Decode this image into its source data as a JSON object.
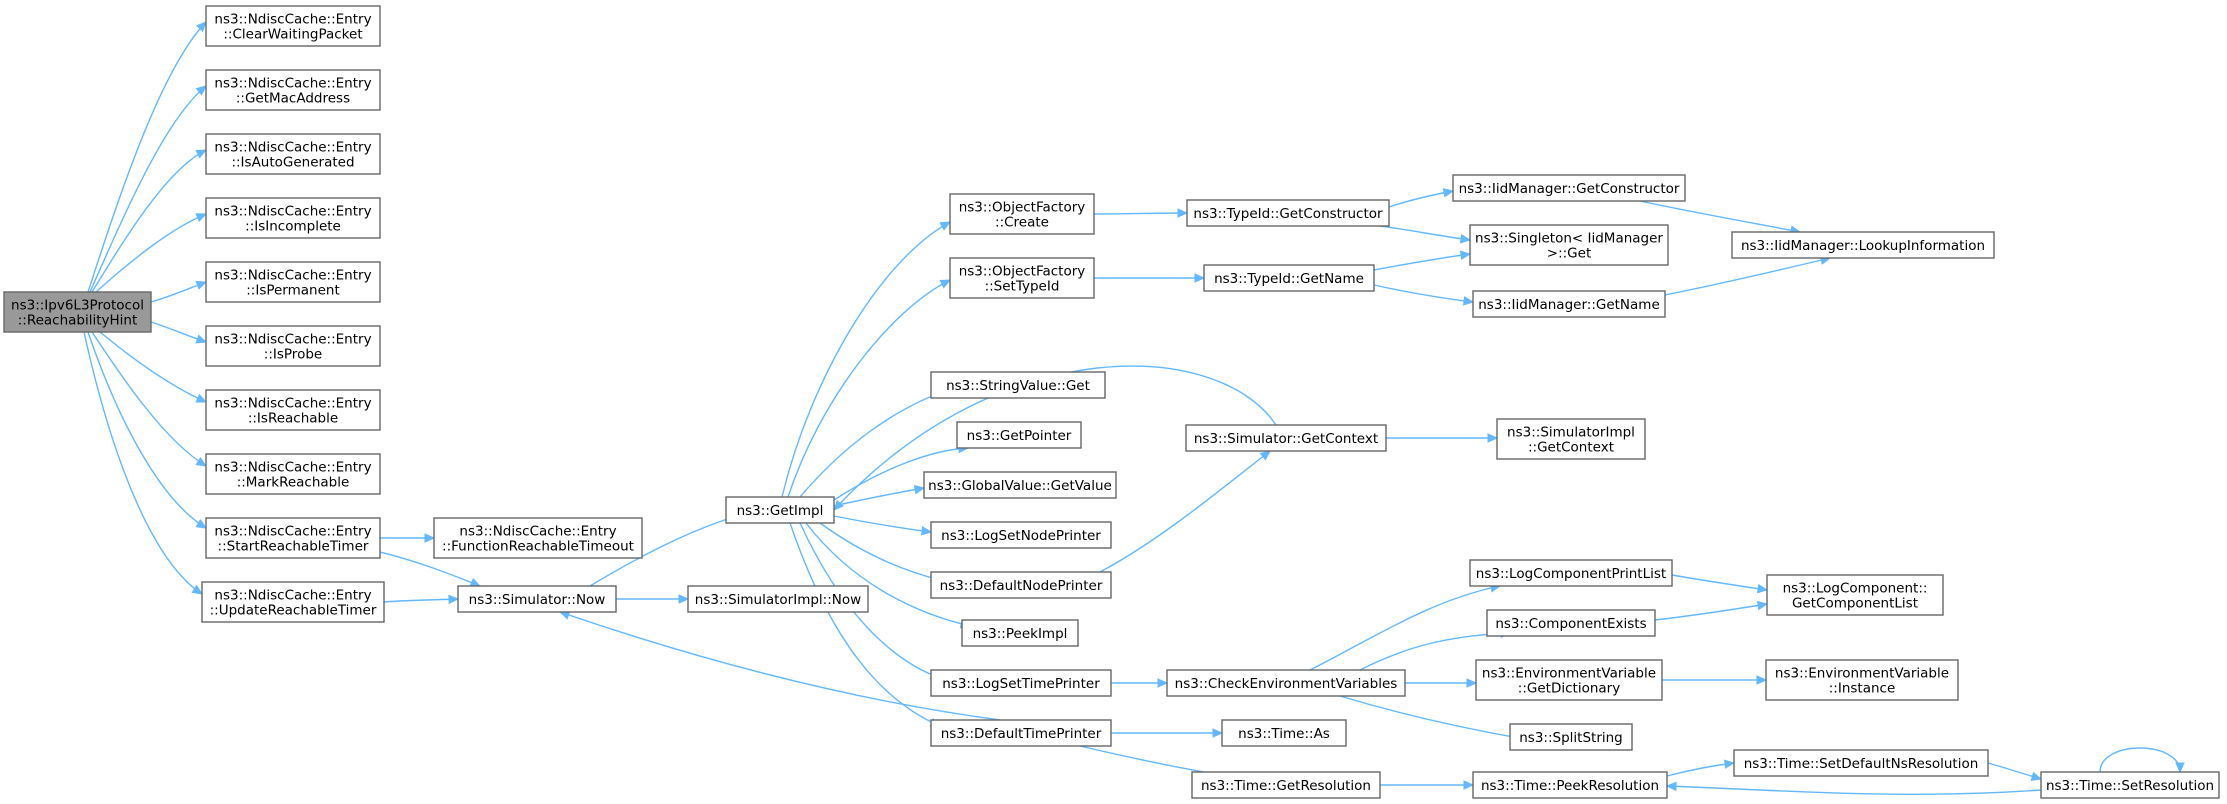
{
  "diagram": {
    "type": "call-graph",
    "colors": {
      "edge": "#63b8ff",
      "node_border": "#666666",
      "root_fill": "#999999",
      "node_fill": "#ffffff"
    },
    "nodes": [
      {
        "id": "root",
        "lines": [
          "ns3::Ipv6L3Protocol",
          "::ReachabilityHint"
        ],
        "root": true
      },
      {
        "id": "cwp",
        "lines": [
          "ns3::NdiscCache::Entry",
          "::ClearWaitingPacket"
        ]
      },
      {
        "id": "gma",
        "lines": [
          "ns3::NdiscCache::Entry",
          "::GetMacAddress"
        ]
      },
      {
        "id": "iag",
        "lines": [
          "ns3::NdiscCache::Entry",
          "::IsAutoGenerated"
        ]
      },
      {
        "id": "iinc",
        "lines": [
          "ns3::NdiscCache::Entry",
          "::IsIncomplete"
        ]
      },
      {
        "id": "iperm",
        "lines": [
          "ns3::NdiscCache::Entry",
          "::IsPermanent"
        ]
      },
      {
        "id": "iprobe",
        "lines": [
          "ns3::NdiscCache::Entry",
          "::IsProbe"
        ]
      },
      {
        "id": "ireach",
        "lines": [
          "ns3::NdiscCache::Entry",
          "::IsReachable"
        ]
      },
      {
        "id": "mreach",
        "lines": [
          "ns3::NdiscCache::Entry",
          "::MarkReachable"
        ]
      },
      {
        "id": "srt",
        "lines": [
          "ns3::NdiscCache::Entry",
          "::StartReachableTimer"
        ]
      },
      {
        "id": "urt",
        "lines": [
          "ns3::NdiscCache::Entry",
          "::UpdateReachableTimer"
        ]
      },
      {
        "id": "frt",
        "lines": [
          "ns3::NdiscCache::Entry",
          "::FunctionReachableTimeout"
        ]
      },
      {
        "id": "simnow",
        "lines": [
          "ns3::Simulator::Now"
        ]
      },
      {
        "id": "simimplnow",
        "lines": [
          "ns3::SimulatorImpl::Now"
        ]
      },
      {
        "id": "getimpl",
        "lines": [
          "ns3::GetImpl"
        ]
      },
      {
        "id": "ofcreate",
        "lines": [
          "ns3::ObjectFactory",
          "::Create"
        ]
      },
      {
        "id": "ofsettid",
        "lines": [
          "ns3::ObjectFactory",
          "::SetTypeId"
        ]
      },
      {
        "id": "svget",
        "lines": [
          "ns3::StringValue::Get"
        ]
      },
      {
        "id": "getptr",
        "lines": [
          "ns3::GetPointer"
        ]
      },
      {
        "id": "gvgetval",
        "lines": [
          "ns3::GlobalValue::GetValue"
        ]
      },
      {
        "id": "logsetnode",
        "lines": [
          "ns3::LogSetNodePrinter"
        ]
      },
      {
        "id": "defnode",
        "lines": [
          "ns3::DefaultNodePrinter"
        ]
      },
      {
        "id": "peekimpl",
        "lines": [
          "ns3::PeekImpl"
        ]
      },
      {
        "id": "logsettime",
        "lines": [
          "ns3::LogSetTimePrinter"
        ]
      },
      {
        "id": "deftime",
        "lines": [
          "ns3::DefaultTimePrinter"
        ]
      },
      {
        "id": "tidgetctor",
        "lines": [
          "ns3::TypeId::GetConstructor"
        ]
      },
      {
        "id": "tidgetname",
        "lines": [
          "ns3::TypeId::GetName"
        ]
      },
      {
        "id": "simgetctx",
        "lines": [
          "ns3::Simulator::GetContext"
        ]
      },
      {
        "id": "checkenv",
        "lines": [
          "ns3::CheckEnvironmentVariables"
        ]
      },
      {
        "id": "timeas",
        "lines": [
          "ns3::Time::As"
        ]
      },
      {
        "id": "timegetres",
        "lines": [
          "ns3::Time::GetResolution"
        ]
      },
      {
        "id": "iidgetctor",
        "lines": [
          "ns3::IidManager::GetConstructor"
        ]
      },
      {
        "id": "singleton",
        "lines": [
          "ns3::Singleton< IidManager",
          ">::Get"
        ]
      },
      {
        "id": "iidgetname",
        "lines": [
          "ns3::IidManager::GetName"
        ]
      },
      {
        "id": "simimplctx",
        "lines": [
          "ns3::SimulatorImpl",
          "::GetContext"
        ]
      },
      {
        "id": "logcompprint",
        "lines": [
          "ns3::LogComponentPrintList"
        ]
      },
      {
        "id": "compexists",
        "lines": [
          "ns3::ComponentExists"
        ]
      },
      {
        "id": "envgetdict",
        "lines": [
          "ns3::EnvironmentVariable",
          "::GetDictionary"
        ]
      },
      {
        "id": "splitstr",
        "lines": [
          "ns3::SplitString"
        ]
      },
      {
        "id": "timepeekres",
        "lines": [
          "ns3::Time::PeekResolution"
        ]
      },
      {
        "id": "iidlookup",
        "lines": [
          "ns3::IidManager::LookupInformation"
        ]
      },
      {
        "id": "logcompgetlist",
        "lines": [
          "ns3::LogComponent::",
          "GetComponentList"
        ]
      },
      {
        "id": "envinst",
        "lines": [
          "ns3::EnvironmentVariable",
          "::Instance"
        ]
      },
      {
        "id": "timesetdefns",
        "lines": [
          "ns3::Time::SetDefaultNsResolution"
        ]
      },
      {
        "id": "timesetres",
        "lines": [
          "ns3::Time::SetResolution"
        ]
      }
    ]
  }
}
